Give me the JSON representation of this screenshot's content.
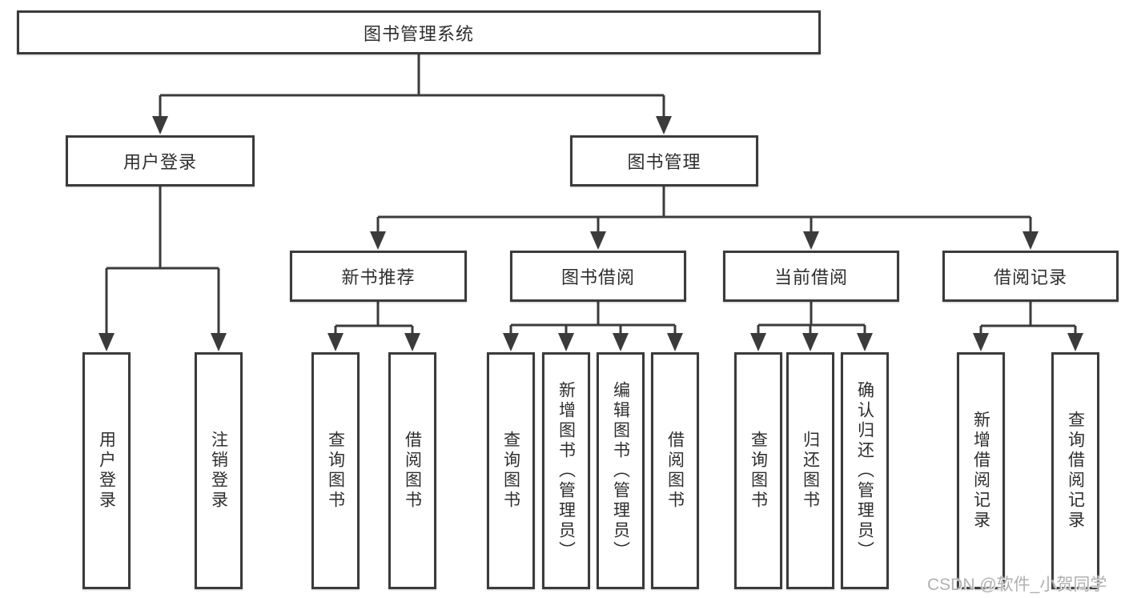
{
  "diagram": {
    "root": {
      "label": "图书管理系统"
    },
    "branches": [
      {
        "label": "用户登录",
        "children": [
          {
            "label": "用户登录"
          },
          {
            "label": "注销登录"
          }
        ]
      },
      {
        "label": "图书管理",
        "children": [
          {
            "label": "新书推荐",
            "children": [
              {
                "label": "查询图书"
              },
              {
                "label": "借阅图书"
              }
            ]
          },
          {
            "label": "图书借阅",
            "children": [
              {
                "label": "查询图书"
              },
              {
                "label": "新增图书（管理员）"
              },
              {
                "label": "编辑图书（管理员）"
              },
              {
                "label": "借阅图书"
              }
            ]
          },
          {
            "label": "当前借阅",
            "children": [
              {
                "label": "查询图书"
              },
              {
                "label": "归还图书"
              },
              {
                "label": "确认归还（管理员）"
              }
            ]
          },
          {
            "label": "借阅记录",
            "children": [
              {
                "label": "新增借阅记录"
              },
              {
                "label": "查询借阅记录"
              }
            ]
          }
        ]
      }
    ]
  },
  "watermark": {
    "text": "CSDN @软件_小贺同学"
  },
  "colors": {
    "line": "#3b3b3b",
    "text": "#2e2e2e",
    "background": "#ffffff",
    "watermark": "#b0b0b0"
  }
}
